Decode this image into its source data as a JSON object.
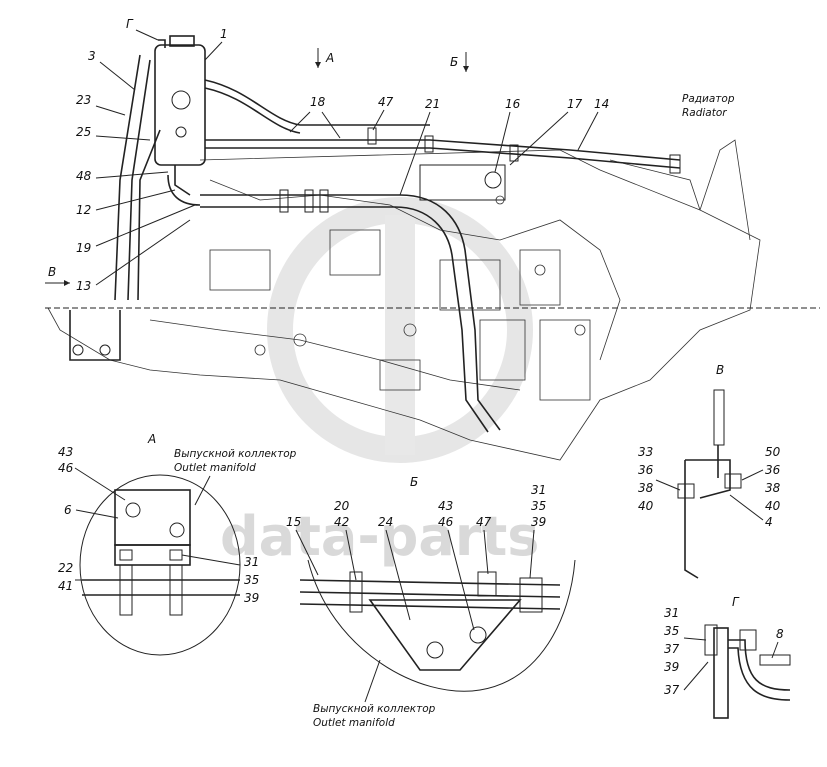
{
  "watermark": {
    "text": "data-parts"
  },
  "main_view": {
    "radiator_label_ru": "Радиатор",
    "radiator_label_en": "Radiator",
    "view_arrow_a": "А",
    "view_arrow_b": "Б",
    "view_arrow_v": "В",
    "view_arrow_g": "Г",
    "callouts": [
      "1",
      "3",
      "23",
      "25",
      "48",
      "12",
      "19",
      "13",
      "18",
      "47",
      "21",
      "16",
      "17",
      "14"
    ]
  },
  "detail_a": {
    "title": "А",
    "manifold_ru": "Выпускной коллектор",
    "manifold_en": "Outlet manifold",
    "callouts": [
      "43",
      "46",
      "6",
      "22",
      "41",
      "31",
      "35",
      "39"
    ]
  },
  "detail_b": {
    "title": "Б",
    "manifold_ru": "Выпускной коллектор",
    "manifold_en": "Outlet manifold",
    "callouts": [
      "15",
      "20",
      "42",
      "24",
      "43",
      "46",
      "47",
      "31",
      "35",
      "39"
    ]
  },
  "detail_v": {
    "title": "В",
    "callouts_left": [
      "33",
      "36",
      "38",
      "40"
    ],
    "callouts_right": [
      "50",
      "36",
      "38",
      "40"
    ],
    "callout_bottom": "4"
  },
  "detail_g": {
    "title": "Г",
    "callouts": [
      "31",
      "35",
      "37",
      "39",
      "37",
      "8"
    ]
  }
}
